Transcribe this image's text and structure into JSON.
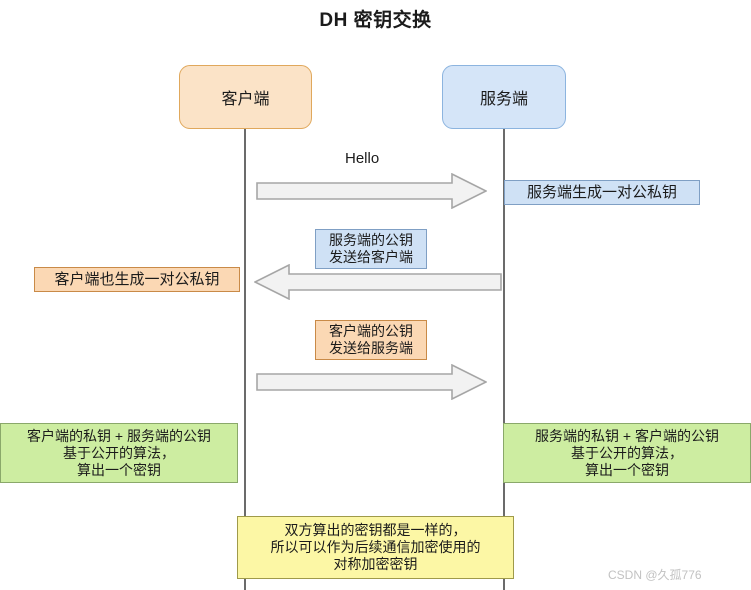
{
  "title": "DH 密钥交换",
  "actors": {
    "client": {
      "label": "客户端",
      "color": "#fbe3c7"
    },
    "server": {
      "label": "服务端",
      "color": "#d5e5f8"
    }
  },
  "messages": [
    {
      "caption": "Hello",
      "direction": "right"
    },
    {
      "line1": "服务端的公钥",
      "line2": "发送给客户端",
      "direction": "left"
    },
    {
      "line1": "客户端的公钥",
      "line2": "发送给服务端",
      "direction": "right"
    }
  ],
  "notes": {
    "server_generates": "服务端生成一对公私钥",
    "client_generates": "客户端也生成一对公私钥",
    "client_compute": {
      "line1": "客户端的私钥 + 服务端的公钥",
      "line2": "基于公开的算法，",
      "line3": "算出一个密钥"
    },
    "server_compute": {
      "line1": "服务端的私钥 +  客户端的公钥",
      "line2": "基于公开的算法，",
      "line3": "算出一个密钥"
    },
    "conclusion": {
      "line1": "双方算出的密钥都是一样的，",
      "line2": "所以可以作为后续通信加密使用的",
      "line3": "对称加密密钥"
    }
  },
  "watermark": "CSDN @久孤776",
  "colors": {
    "client_fill": "#fbe3c7",
    "client_border": "#e0a85c",
    "server_fill": "#d5e5f8",
    "server_border": "#8cb4df",
    "note_green": "#cdeda1",
    "note_yellow": "#fcf7a5",
    "arrow_fill": "#f2f2f2",
    "arrow_border": "#a6a6a6",
    "lifeline": "#6b6b6b"
  }
}
